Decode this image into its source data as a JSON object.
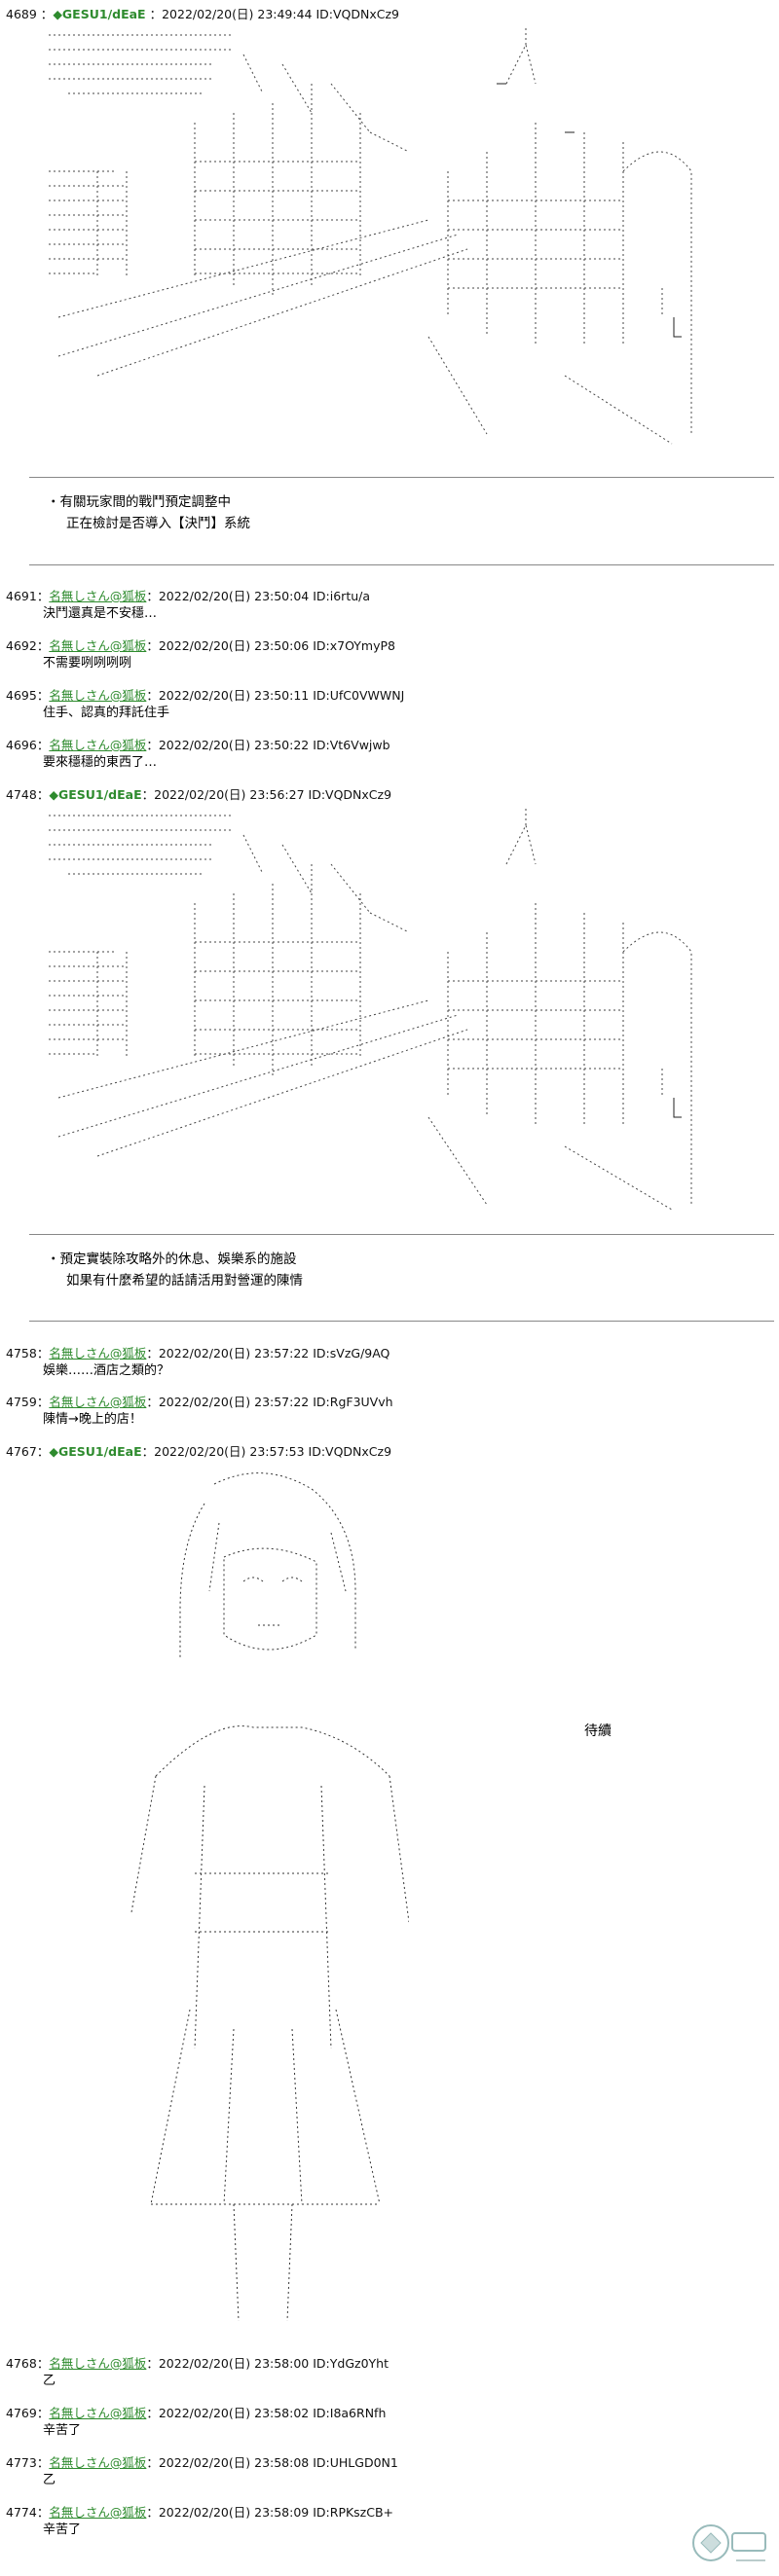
{
  "posts": [
    {
      "num": "4689",
      "name": "◆GESU1/dEaE",
      "meta": "：2022/02/20(日) 23:49:44 ID:VQDNxCz9",
      "lines": []
    },
    {
      "num": "4691",
      "name": "名無しさん@狐板",
      "meta": "：2022/02/20(日) 23:50:04 ID:i6rtu/a",
      "lines": [
        "決鬥還真是不安穩…"
      ]
    },
    {
      "num": "4692",
      "name": "名無しさん@狐板",
      "meta": "：2022/02/20(日) 23:50:06 ID:x7OYmyP8",
      "lines": [
        "不需要咧咧咧咧"
      ]
    },
    {
      "num": "4695",
      "name": "名無しさん@狐板",
      "meta": "：2022/02/20(日) 23:50:11 ID:UfC0VWWNJ",
      "lines": [
        "住手、認真的拜託住手"
      ]
    },
    {
      "num": "4696",
      "name": "名無しさん@狐板",
      "meta": "：2022/02/20(日) 23:50:22 ID:Vt6Vwjwb",
      "lines": [
        "要來穩穩的東西了…"
      ]
    },
    {
      "num": "4748",
      "name": "◆GESU1/dEaE",
      "meta": "：2022/02/20(日) 23:56:27 ID:VQDNxCz9",
      "lines": []
    },
    {
      "num": "4758",
      "name": "名無しさん@狐板",
      "meta": "：2022/02/20(日) 23:57:22 ID:sVzG/9AQ",
      "lines": [
        "娛樂……酒店之類的？"
      ]
    },
    {
      "num": "4759",
      "name": "名無しさん@狐板",
      "meta": "：2022/02/20(日) 23:57:22 ID:RgF3UVvh",
      "lines": [
        "陳情→晚上的店！"
      ]
    },
    {
      "num": "4767",
      "name": "◆GESU1/dEaE",
      "meta": "：2022/02/20(日) 23:57:53 ID:VQDNxCz9",
      "lines": []
    },
    {
      "num": "4768",
      "name": "名無しさん@狐板",
      "meta": "：2022/02/20(日) 23:58:00 ID:YdGz0Yht",
      "lines": [
        "乙"
      ]
    },
    {
      "num": "4769",
      "name": "名無しさん@狐板",
      "meta": "：2022/02/20(日) 23:58:02 ID:I8a6RNfh",
      "lines": [
        "辛苦了"
      ]
    },
    {
      "num": "4773",
      "name": "名無しさん@狐板",
      "meta": "：2022/02/20(日) 23:58:08 ID:UHLGD0N1",
      "lines": [
        "乙"
      ]
    },
    {
      "num": "4774",
      "name": "名無しさん@狐板",
      "meta": "：2022/02/20(日) 23:58:09 ID:RPKszCB+",
      "lines": [
        "辛苦了"
      ]
    }
  ],
  "notes": {
    "note1": {
      "line1": "・有關玩家間的戰鬥預定調整中",
      "line2": "正在檢討是否導入【決鬥】系統"
    },
    "note2": {
      "line1": "・預定實裝除攻略外的休息、娛樂系的施設",
      "line2": "如果有什麼希望的話請活用對營運的陳情"
    }
  },
  "side_label": "待續"
}
